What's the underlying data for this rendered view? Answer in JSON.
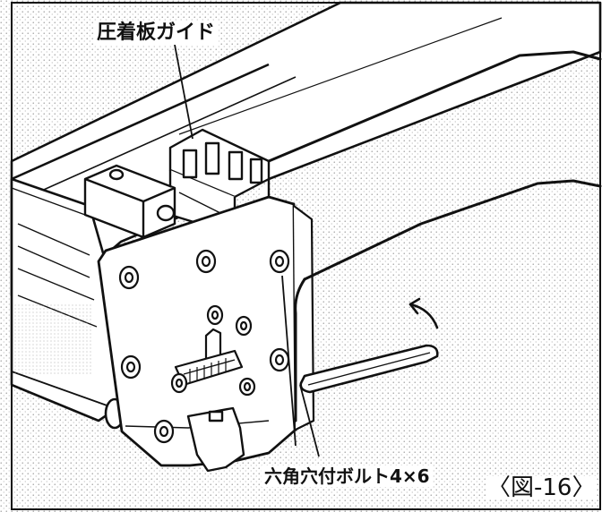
{
  "labels": {
    "guide": "圧着板ガイド",
    "bolt": "六角穴付ボルト4×6",
    "figure": "〈図-16〉"
  },
  "colors": {
    "ink": "#111111",
    "paper": "#ffffff",
    "stipple": "#888888"
  }
}
